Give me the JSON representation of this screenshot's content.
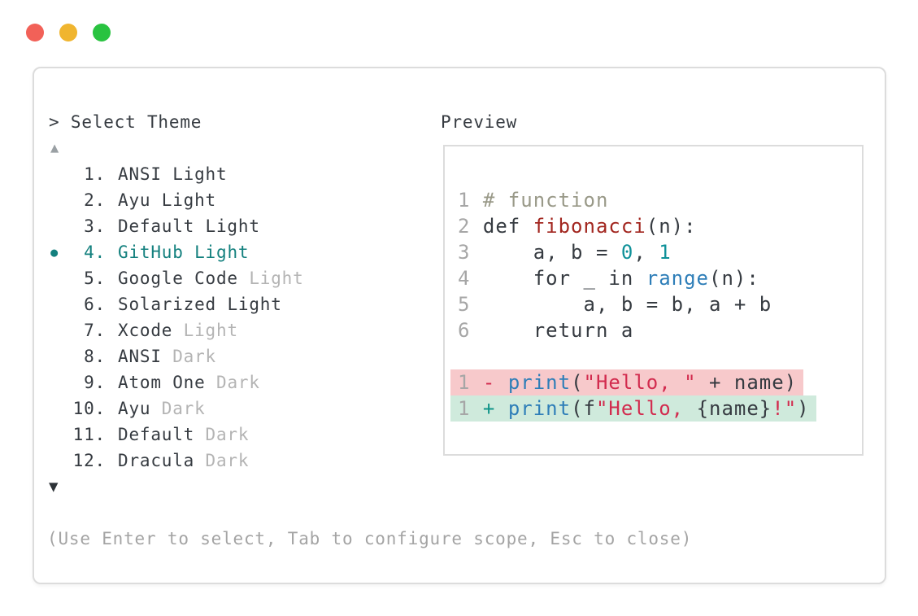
{
  "colors": {
    "dark": "#363b41",
    "muted": "#b4b4b4",
    "gray-text": "#a4a4a4",
    "accent": "#13807e",
    "border": "#dcdcdc",
    "arrow-up": "#9aa0a4",
    "arrow-down": "#2d3237",
    "ln": "#a6a6a6",
    "comment": "#999988",
    "func": "#a2261f",
    "number": "#0f9199",
    "builtin": "#2e7eb8",
    "string": "#d22b4e",
    "del-sign": "#d22b4e",
    "add-sign": "#0f9488",
    "del-bg": "#f7c9cb",
    "add-bg": "#cfeadc",
    "tl-red": "#f26158",
    "tl-yellow": "#f0b52f",
    "tl-green": "#29c340"
  },
  "window_controls": {
    "close_color": "#f26158",
    "minimize_color": "#f0b52f",
    "maximize_color": "#29c340"
  },
  "header": {
    "prompt": "> Select Theme",
    "preview_label": "Preview"
  },
  "icons": {
    "scroll_up": "▲",
    "scroll_down": "▼",
    "selected_bullet": "●"
  },
  "theme_list": {
    "items": [
      {
        "num": "1.",
        "name": "ANSI ",
        "suffix": "Light",
        "muted_suffix": false,
        "selected": false
      },
      {
        "num": "2.",
        "name": "Ayu ",
        "suffix": "Light",
        "muted_suffix": false,
        "selected": false
      },
      {
        "num": "3.",
        "name": "Default ",
        "suffix": "Light",
        "muted_suffix": false,
        "selected": false
      },
      {
        "num": "4.",
        "name": "GitHub ",
        "suffix": "Light",
        "muted_suffix": false,
        "selected": true
      },
      {
        "num": "5.",
        "name": "Google Code ",
        "suffix": "Light",
        "muted_suffix": true,
        "selected": false
      },
      {
        "num": "6.",
        "name": "Solarized ",
        "suffix": "Light",
        "muted_suffix": false,
        "selected": false
      },
      {
        "num": "7.",
        "name": "Xcode ",
        "suffix": "Light",
        "muted_suffix": true,
        "selected": false
      },
      {
        "num": "8.",
        "name": "ANSI ",
        "suffix": "Dark",
        "muted_suffix": true,
        "selected": false
      },
      {
        "num": "9.",
        "name": "Atom One ",
        "suffix": "Dark",
        "muted_suffix": true,
        "selected": false
      },
      {
        "num": "10.",
        "name": "Ayu ",
        "suffix": "Dark",
        "muted_suffix": true,
        "selected": false
      },
      {
        "num": "11.",
        "name": "Default ",
        "suffix": "Dark",
        "muted_suffix": true,
        "selected": false
      },
      {
        "num": "12.",
        "name": "Dracula ",
        "suffix": "Dark",
        "muted_suffix": true,
        "selected": false
      }
    ]
  },
  "preview": {
    "lines": [
      {
        "ln": "1",
        "diff": null,
        "tokens": [
          {
            "t": "# function",
            "c": "comment"
          }
        ]
      },
      {
        "ln": "2",
        "diff": null,
        "tokens": [
          {
            "t": "def ",
            "c": "plain"
          },
          {
            "t": "fibonacci",
            "c": "func"
          },
          {
            "t": "(n):",
            "c": "plain"
          }
        ]
      },
      {
        "ln": "3",
        "diff": null,
        "tokens": [
          {
            "t": "    a, b = ",
            "c": "plain"
          },
          {
            "t": "0",
            "c": "number"
          },
          {
            "t": ", ",
            "c": "plain"
          },
          {
            "t": "1",
            "c": "number"
          }
        ]
      },
      {
        "ln": "4",
        "diff": null,
        "tokens": [
          {
            "t": "    for _ in ",
            "c": "plain"
          },
          {
            "t": "range",
            "c": "builtin"
          },
          {
            "t": "(n):",
            "c": "plain"
          }
        ]
      },
      {
        "ln": "5",
        "diff": null,
        "tokens": [
          {
            "t": "        a, b = b, a + b",
            "c": "plain"
          }
        ]
      },
      {
        "ln": "6",
        "diff": null,
        "tokens": [
          {
            "t": "    return a",
            "c": "plain"
          }
        ]
      },
      {
        "ln": "",
        "diff": null,
        "tokens": []
      },
      {
        "ln": "1",
        "diff": "del",
        "tokens": [
          {
            "t": "- ",
            "c": "del-sign"
          },
          {
            "t": "print",
            "c": "builtin"
          },
          {
            "t": "(",
            "c": "plain"
          },
          {
            "t": "\"Hello, \"",
            "c": "string"
          },
          {
            "t": " + name)",
            "c": "plain"
          }
        ]
      },
      {
        "ln": "1",
        "diff": "add",
        "tokens": [
          {
            "t": "+ ",
            "c": "add-sign"
          },
          {
            "t": "print",
            "c": "builtin"
          },
          {
            "t": "(f",
            "c": "plain"
          },
          {
            "t": "\"Hello, ",
            "c": "string"
          },
          {
            "t": "{name}",
            "c": "plain"
          },
          {
            "t": "!\"",
            "c": "string"
          },
          {
            "t": ")",
            "c": "plain"
          }
        ]
      }
    ]
  },
  "footer": {
    "help_text": "(Use Enter to select, Tab to configure scope, Esc to close)"
  }
}
